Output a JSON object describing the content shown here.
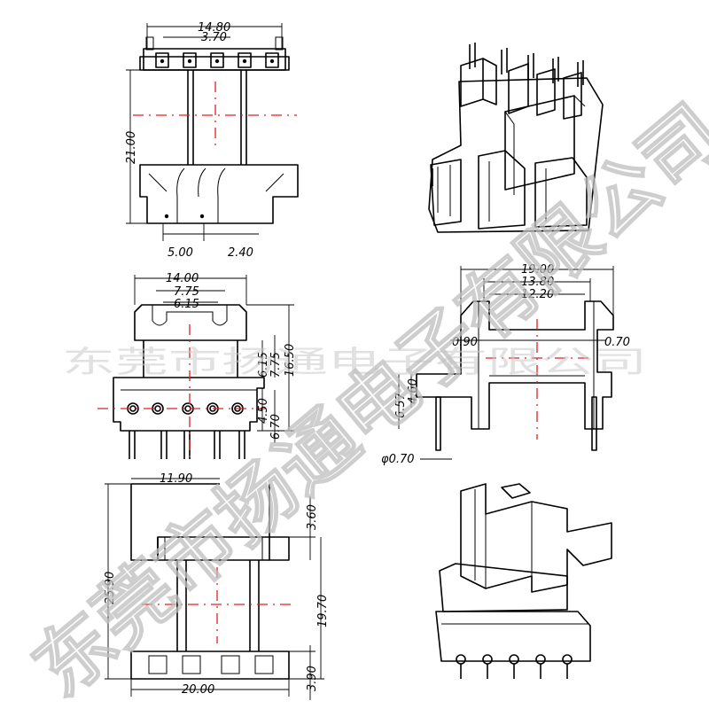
{
  "watermark": {
    "horizontal": "东莞市扬通电子有限公司",
    "diagonal": "东莞市扬通电子有限公司"
  },
  "dimensions": {
    "top_view": {
      "width_overall": "14.80",
      "pin_pitch": "3.70",
      "height": "21.00",
      "bottom_left": "5.00",
      "bottom_right": "2.40"
    },
    "front_view": {
      "width_overall": "14.00",
      "inner_width": "7.75",
      "slot_width": "6.15",
      "h1": "6.15",
      "h2": "7.75",
      "h3": "16.50",
      "h4": "4.50",
      "h5": "6.70"
    },
    "side_view": {
      "width_overall": "19.00",
      "width_mid": "13.80",
      "width_inner": "12.20",
      "wall_left": "0.90",
      "wall_right": "0.70",
      "h1": "6.57",
      "h2": "4.60",
      "pin_diameter": "φ0.70"
    },
    "bottom_view": {
      "flange_width": "11.90",
      "total_height": "25.90",
      "tab_height": "3.60",
      "body_height": "19.70",
      "base_height": "3.90",
      "base_width": "20.00"
    }
  }
}
